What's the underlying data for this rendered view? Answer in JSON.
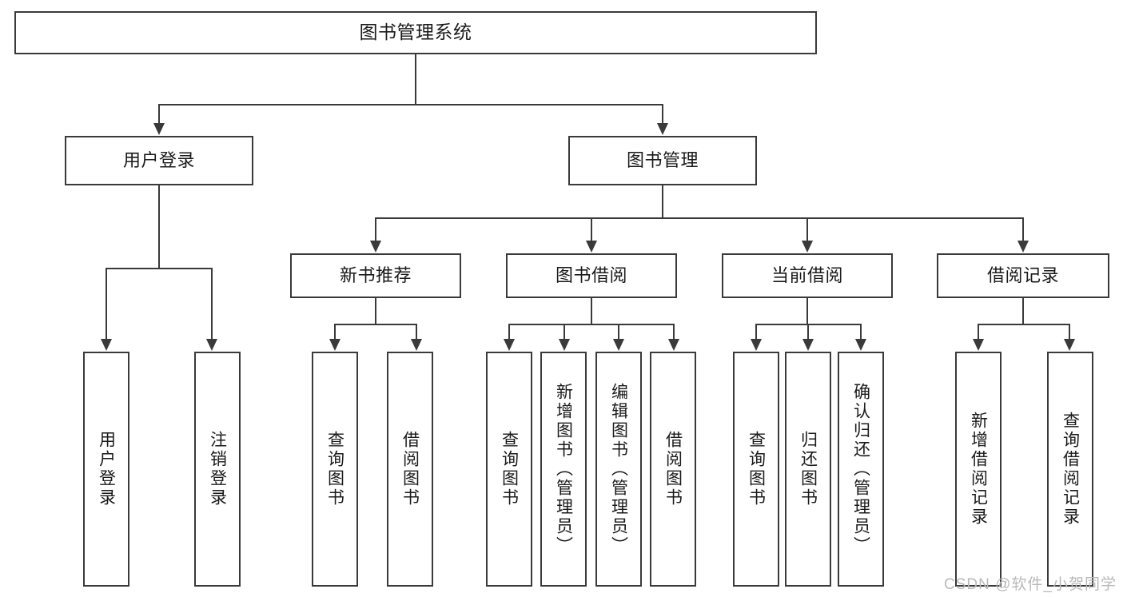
{
  "diagram": {
    "title": "图书管理系统",
    "type": "功能结构图",
    "colors": {
      "stroke": "#3a3a3a",
      "fill": "#ffffff",
      "text": "#1a1a1a",
      "watermark": "#b9b9b9"
    },
    "root": {
      "label": "图书管理系统"
    },
    "level2": [
      {
        "label": "用户登录"
      },
      {
        "label": "图书管理"
      }
    ],
    "level3": [
      {
        "label": "新书推荐"
      },
      {
        "label": "图书借阅"
      },
      {
        "label": "当前借阅"
      },
      {
        "label": "借阅记录"
      }
    ],
    "leaves": {
      "user_login": [
        {
          "label": "用户登录"
        },
        {
          "label": "注销登录"
        }
      ],
      "new_book": [
        {
          "label": "查询图书"
        },
        {
          "label": "借阅图书"
        }
      ],
      "book_borrow": [
        {
          "label": "查询图书"
        },
        {
          "label": "新增图书（管理员）"
        },
        {
          "label": "编辑图书（管理员）"
        },
        {
          "label": "借阅图书"
        }
      ],
      "current_borrow": [
        {
          "label": "查询图书"
        },
        {
          "label": "归还图书"
        },
        {
          "label": "确认归还（管理员）"
        }
      ],
      "borrow_record": [
        {
          "label": "新增借阅记录"
        },
        {
          "label": "查询借阅记录"
        }
      ]
    }
  },
  "watermark": {
    "text": "CSDN @软件_小贺同学"
  }
}
